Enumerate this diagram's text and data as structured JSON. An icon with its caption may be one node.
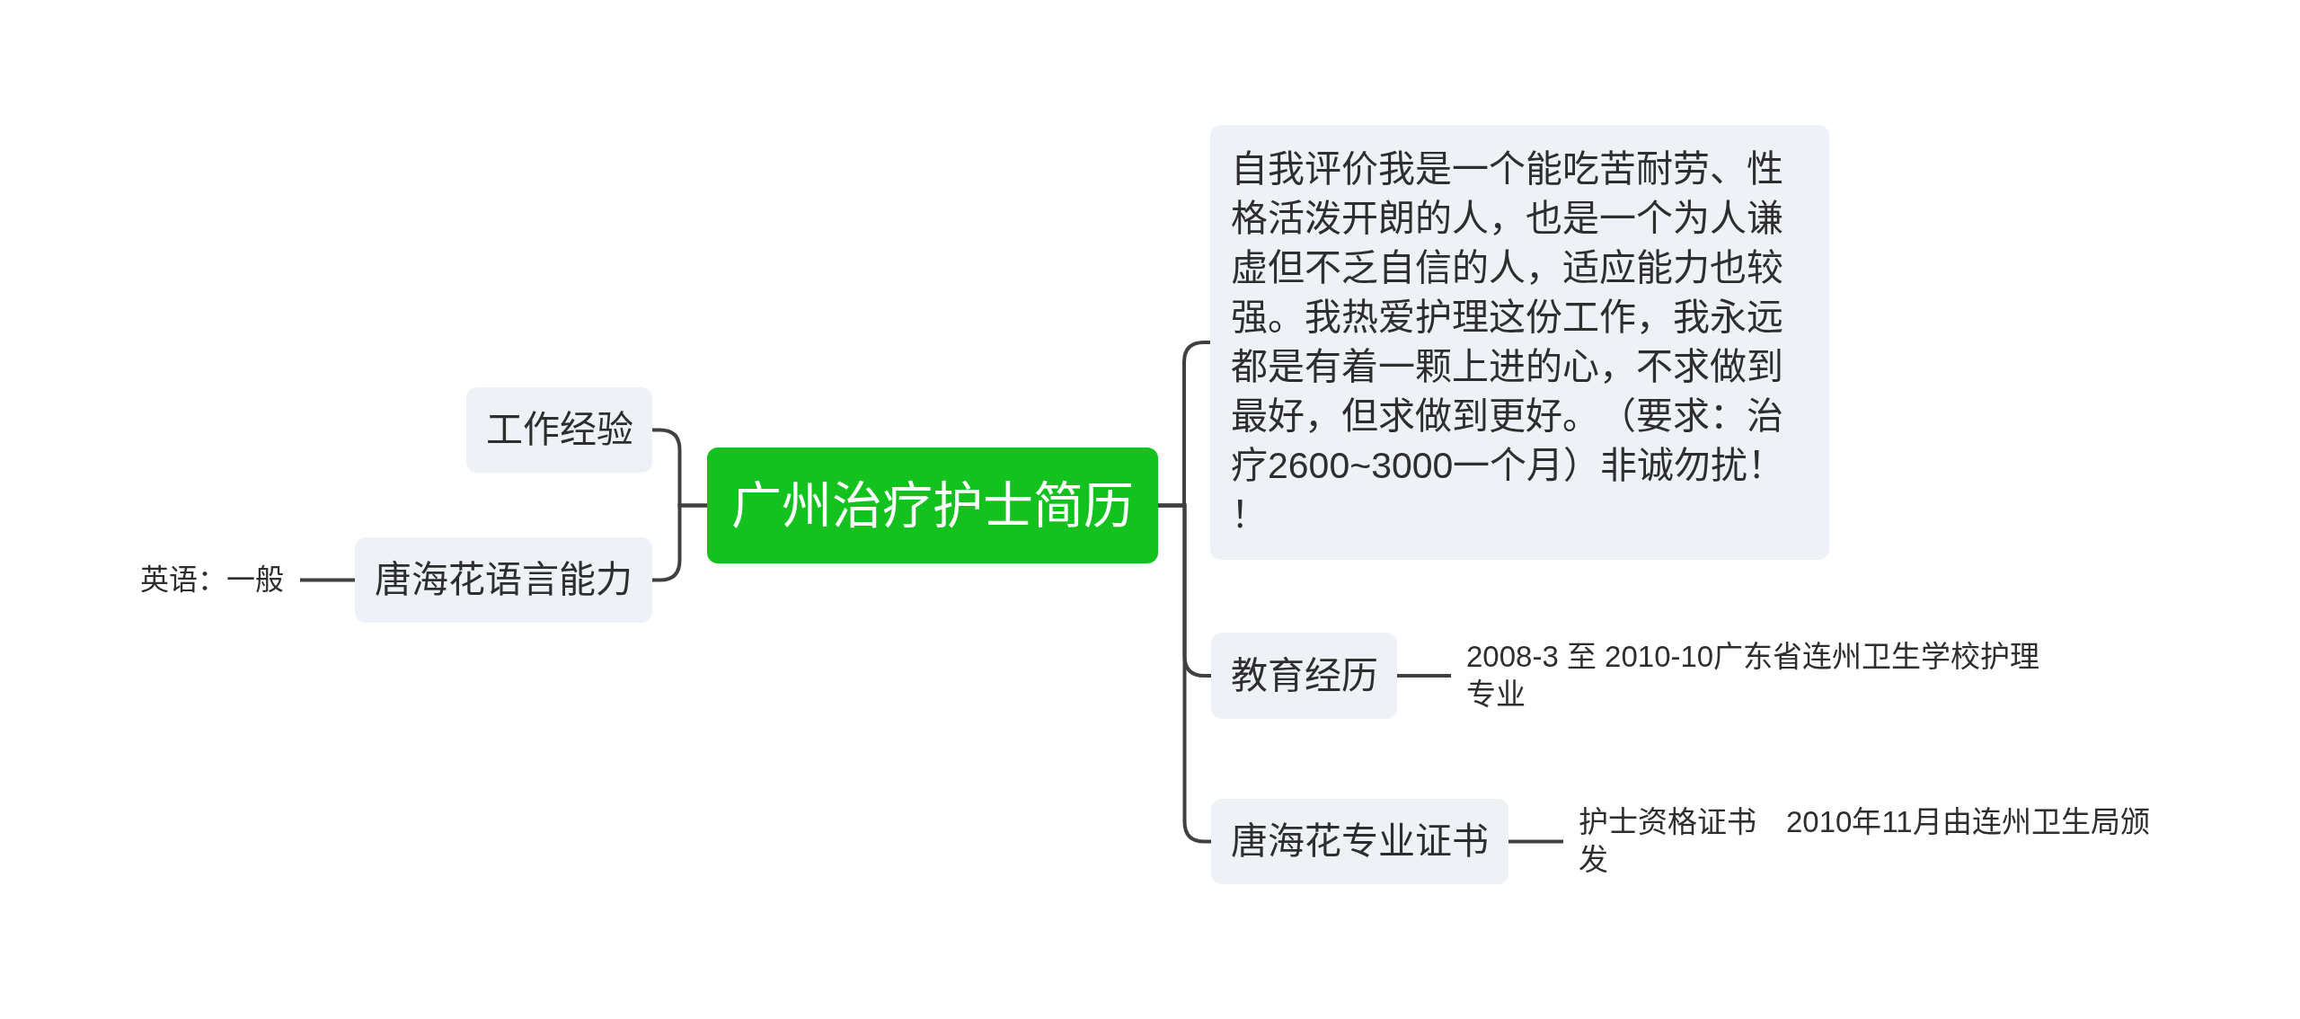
{
  "diagram": {
    "nodes": [
      {
        "text": [
          "广州治疗护士简历"
        ]
      },
      {
        "text": [
          "工作经验"
        ]
      },
      {
        "text": [
          "唐海花语言能力"
        ]
      },
      {
        "text": [
          "英语：一般"
        ]
      },
      {
        "text": [
          "自我评价我是一个能吃苦耐劳、性格活泼开朗的人，也是一个为人谦虚但不乏自信的人，适应能力也较强。我热爱护理这份工作，我永远都是有着一颗上进的心，不求做到最好，但求做到更好。（要求：治疗2600~3000一个月）非诚勿扰！！"
        ]
      },
      {
        "text": [
          "教育经历"
        ]
      },
      {
        "text": [
          "2008-3 至 2010-10广东省连州卫生学校护理专业"
        ]
      },
      {
        "text": [
          "唐海花专业证书"
        ]
      },
      {
        "text": [
          "护士资格证书　2010年11月由连州卫生局颁发"
        ]
      }
    ],
    "edges": [
      {
        "from": 0,
        "to": 1,
        "arrow": "none"
      },
      {
        "from": 0,
        "to": 2,
        "arrow": "none"
      },
      {
        "from": 2,
        "to": 3,
        "arrow": "none"
      },
      {
        "from": 0,
        "to": 4,
        "arrow": "none"
      },
      {
        "from": 0,
        "to": 5,
        "arrow": "none"
      },
      {
        "from": 5,
        "to": 6,
        "arrow": "none"
      },
      {
        "from": 0,
        "to": 7,
        "arrow": "none"
      },
      {
        "from": 7,
        "to": 8,
        "arrow": "none"
      }
    ]
  }
}
